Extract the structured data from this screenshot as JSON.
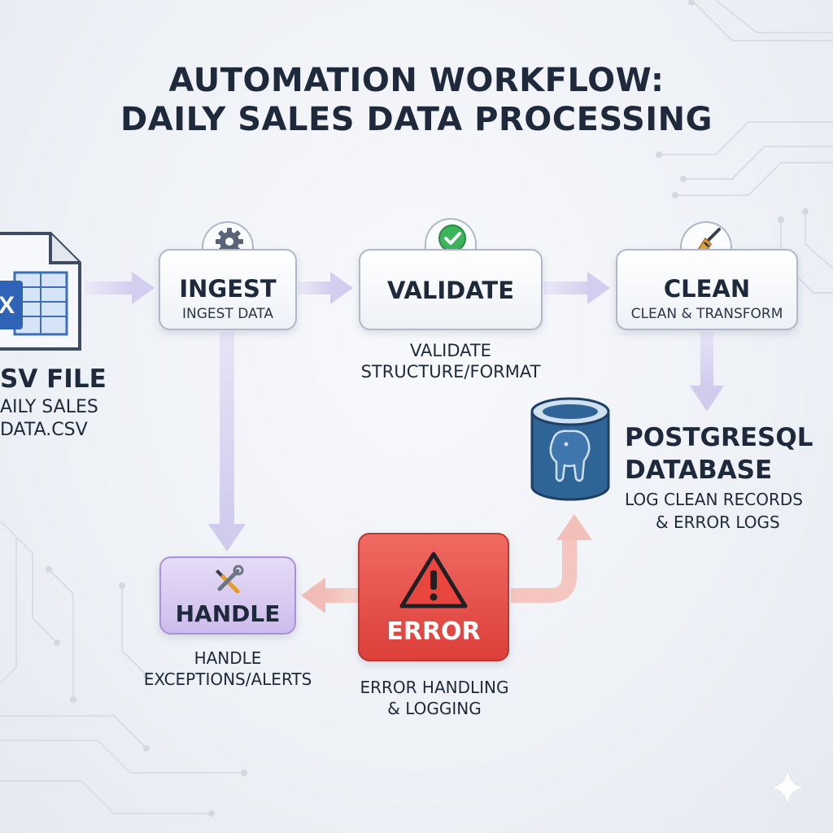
{
  "title": {
    "line1": "AUTOMATION WORKFLOW:",
    "line2": "DAILY SALES DATA PROCESSING"
  },
  "csv_file": {
    "label": "SV FILE",
    "name_line1": "AILY SALES",
    "name_line2": "DATA.CSV",
    "icon": "excel-file-icon"
  },
  "steps": {
    "ingest": {
      "title": "INGEST",
      "subtitle": "INGEST DATA",
      "icon": "gear-icon"
    },
    "validate": {
      "title": "VALIDATE",
      "caption_line1": "VALIDATE",
      "caption_line2": "STRUCTURE/FORMAT",
      "icon": "check-circle-icon"
    },
    "clean": {
      "title": "CLEAN",
      "subtitle": "CLEAN & TRANSFORM",
      "icon": "broom-icon"
    },
    "handle": {
      "title": "HANDLE",
      "caption_line1": "HANDLE",
      "caption_line2": "EXCEPTIONS/ALERTS",
      "icon": "tools-icon",
      "color": "#d7c8f2"
    },
    "error": {
      "title": "ERROR",
      "caption_line1": "ERROR HANDLING",
      "caption_line2": "& LOGGING",
      "icon": "warning-icon",
      "color": "#e6524c"
    }
  },
  "database": {
    "title_line1": "POSTGRESQL",
    "title_line2": "DATABASE",
    "desc_line1": "LOG CLEAN RECORDS",
    "desc_line2": "& ERROR LOGS",
    "icon": "postgres-database-icon",
    "color": "#2f6497"
  },
  "colors": {
    "flow_arrow": "#d5cff0",
    "error_arrow": "#f5c4be",
    "title_text": "#1e2a3c"
  }
}
